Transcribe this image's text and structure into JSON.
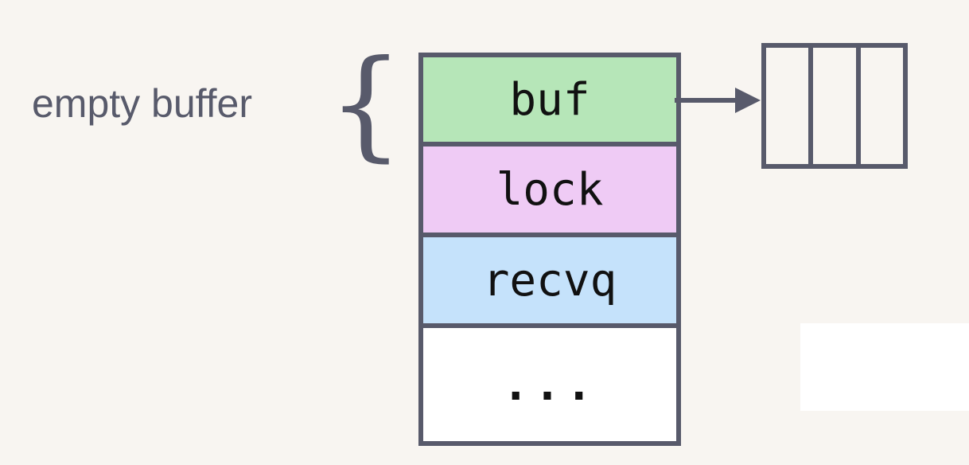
{
  "annotation": {
    "label": "empty buffer",
    "brace_glyph": "{"
  },
  "struct_fields": [
    {
      "name": "buf",
      "color": "#b6e6b8"
    },
    {
      "name": "lock",
      "color": "#efcbf5"
    },
    {
      "name": "recvq",
      "color": "#c5e2fb"
    },
    {
      "name": "...",
      "color": "#ffffff"
    }
  ],
  "buffer_array": {
    "slots": 3,
    "state": "empty"
  },
  "colors": {
    "outline": "#585a6b",
    "background": "#f8f5f1"
  }
}
